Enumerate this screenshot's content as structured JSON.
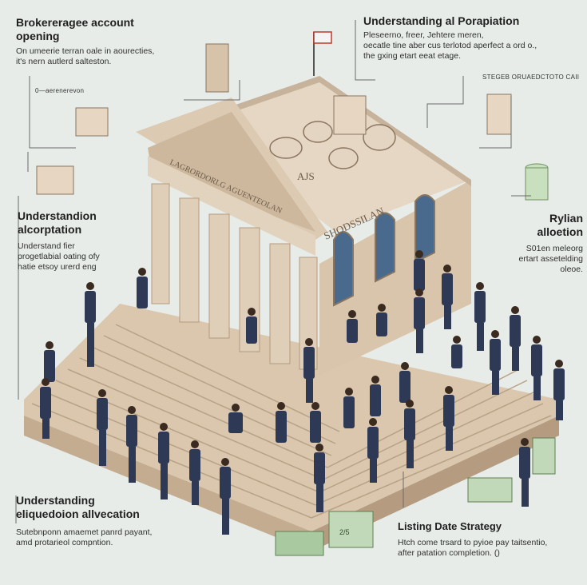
{
  "blocks": {
    "top_left": {
      "title_line1": "Brokereragee account",
      "title_line2": "opening",
      "body_line1": "On umeerie terran oale in aourecties,",
      "body_line2": "it's nern autlerd salteston."
    },
    "top_center": {
      "title": "Understanding al Porapiation",
      "body_line1": "Pleseerno, freer, Jehtere meren,",
      "body_line2": "oecatle tine aber cus terlotod aperfect a ord o.,",
      "body_line3": "the gxing etart eeat etage."
    },
    "top_left_small": {
      "label": "0—aerenerevon"
    },
    "top_right_small": {
      "label": "STEGEB ORUAEDCTOTO CAII"
    },
    "mid_left": {
      "title_line1": "Understandion",
      "title_line2": "alcorptation",
      "body_line1": "Understand fier",
      "body_line2": "progetlabial oating ofy",
      "body_line3": "hatie etsoy urerd eng"
    },
    "mid_right": {
      "title_line1": "Rylian",
      "title_line2": "alloetion",
      "body_line1": "S01en meleorg",
      "body_line2": "ertart assetelding",
      "body_line3": "oleoe."
    },
    "bottom_left": {
      "title_line1": "Understanding",
      "title_line2": "eliquedoion allvecation",
      "body_line1": "Sutebnponn amaemet panrd payant,",
      "body_line2": "amd protarieol compntion."
    },
    "bottom_right": {
      "title": "Listing Date Strategy",
      "body_line1": "Htch come trsard to pyioe pay taitsentio,",
      "body_line2": "after patation completion. ()"
    }
  },
  "building": {
    "frieze_text": "LAGRORDORLG AGUENTEOLAN",
    "side_sign": "SHODSSILAN",
    "small_sign": "AJS"
  },
  "banknotes": {
    "bottom_center": "2/5"
  },
  "colors": {
    "background": "#e7ece8",
    "stone": "#e2d3bf",
    "stone_shadow": "#c7b39b",
    "suit": "#2e3a55",
    "window": "#4a6a8d",
    "money": "#a9c9a0"
  }
}
